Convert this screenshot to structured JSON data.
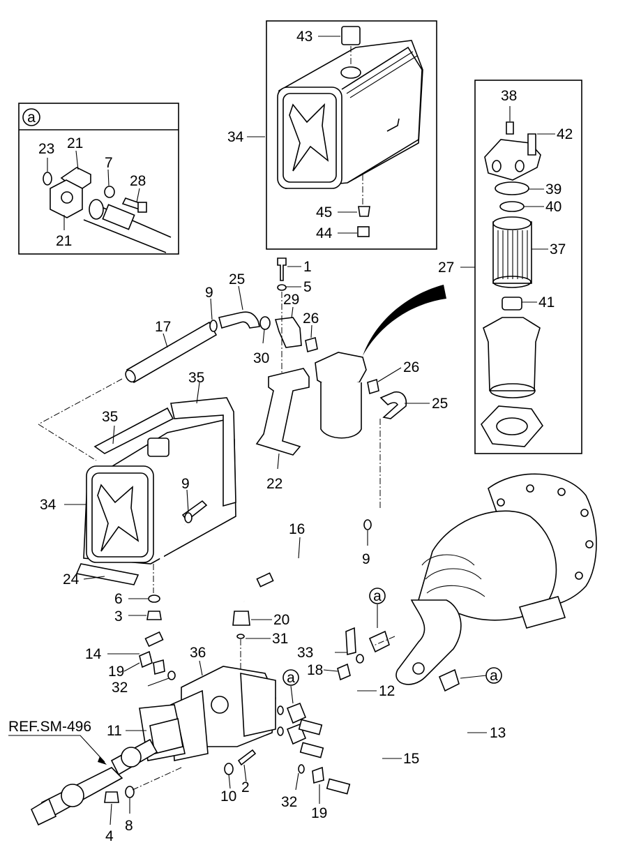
{
  "inset_a": {
    "marker": "a",
    "parts": [
      "23",
      "21",
      "7",
      "28",
      "21"
    ]
  },
  "tank_inset": {
    "parts": [
      "43",
      "34",
      "45",
      "44"
    ]
  },
  "filter_inset": {
    "parts": [
      "38",
      "42",
      "39",
      "40",
      "37",
      "27",
      "41"
    ]
  },
  "reference": "REF.SM-496",
  "callouts": {
    "c1": "1",
    "c5": "5",
    "c25a": "25",
    "c29": "29",
    "c9a": "9",
    "c17": "17",
    "c26a": "26",
    "c30": "30",
    "c26b": "26",
    "c25b": "25",
    "c35a": "35",
    "c35b": "35",
    "c34": "34",
    "c9b": "9",
    "c22": "22",
    "c24": "24",
    "c16": "16",
    "c9c": "9",
    "c6": "6",
    "c3": "3",
    "c20": "20",
    "c31": "31",
    "c14": "14",
    "c19a": "19",
    "c32a": "32",
    "c36": "36",
    "c33": "33",
    "c18": "18",
    "c12": "12",
    "c11": "11",
    "c15": "15",
    "c13": "13",
    "c10": "10",
    "c2": "2",
    "c32b": "32",
    "c19b": "19",
    "c4": "4",
    "c8": "8"
  },
  "circle_markers": [
    "a",
    "a",
    "a"
  ]
}
